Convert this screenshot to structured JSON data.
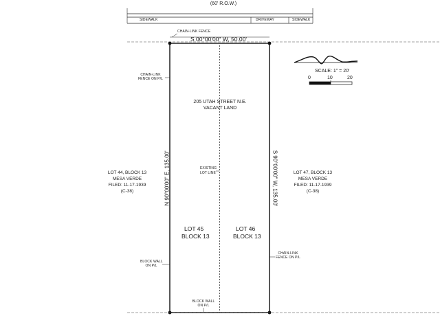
{
  "street": {
    "name": "",
    "row": "(60' R.O.W.)",
    "sidewalk_left": "SIDEWALK",
    "driveway": "DRIVEWAY",
    "sidewalk_right": "SIDEWALK"
  },
  "top_boundary": {
    "fence_label": "CHAIN-LINK FENCE",
    "bearing": "S 00°00'00\" W, 50.00'"
  },
  "scale": {
    "label": "SCALE: 1\" = 20'",
    "ticks": [
      "0",
      "10",
      "20"
    ]
  },
  "property": {
    "address": "205 UTAH STREET N.E.",
    "status": "VACANT LAND"
  },
  "lot_line_label": [
    "EXISTING",
    "LOT LINE"
  ],
  "lots": [
    {
      "lot": "LOT 45",
      "block": "BLOCK 13"
    },
    {
      "lot": "LOT 46",
      "block": "BLOCK 13"
    }
  ],
  "left_boundary": {
    "bearing": "N 90°00'00\" E, 135.00'"
  },
  "right_boundary": {
    "bearing": "S 90°00'00\" W, 135.00'"
  },
  "left_neighbor": {
    "lot": "LOT 44, BLOCK 13",
    "subdivision": "MESA VERDE",
    "filed": "FILED: 11-17-1939",
    "ref": "(C-38)"
  },
  "right_neighbor": {
    "lot": "LOT 47, BLOCK 13",
    "subdivision": "MESA VERDE",
    "filed": "FILED: 11-17-1939",
    "ref": "(C-38)"
  },
  "notes": {
    "fence_left": [
      "CHAIN-LINK",
      "FENCE ON P/L"
    ],
    "block_wall_left": [
      "BLOCK WALL",
      "ON P/L"
    ],
    "fence_right": [
      "CHAIN-LINK",
      "FENCE ON P/L"
    ],
    "block_wall_bottom": [
      "BLOCK WALL",
      "ON P/L"
    ]
  }
}
